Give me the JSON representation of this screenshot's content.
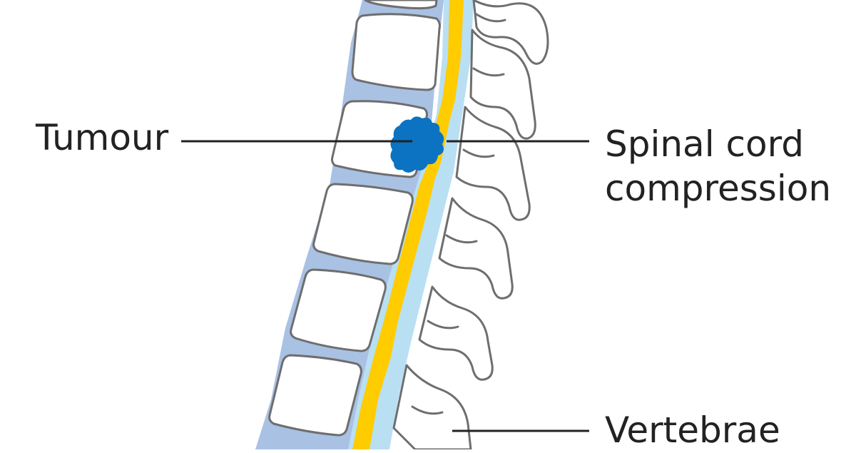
{
  "labels": {
    "tumour": "Tumour",
    "cord_line1": "Spinal cord",
    "cord_line2": "compression",
    "vertebrae": "Vertebrae"
  },
  "colors": {
    "disc": "#a9c1e3",
    "canal": "#b9dff3",
    "cord": "#ffcc00",
    "tumour": "#0b73c2",
    "outline": "#6e6e6e",
    "leader": "#222222"
  }
}
